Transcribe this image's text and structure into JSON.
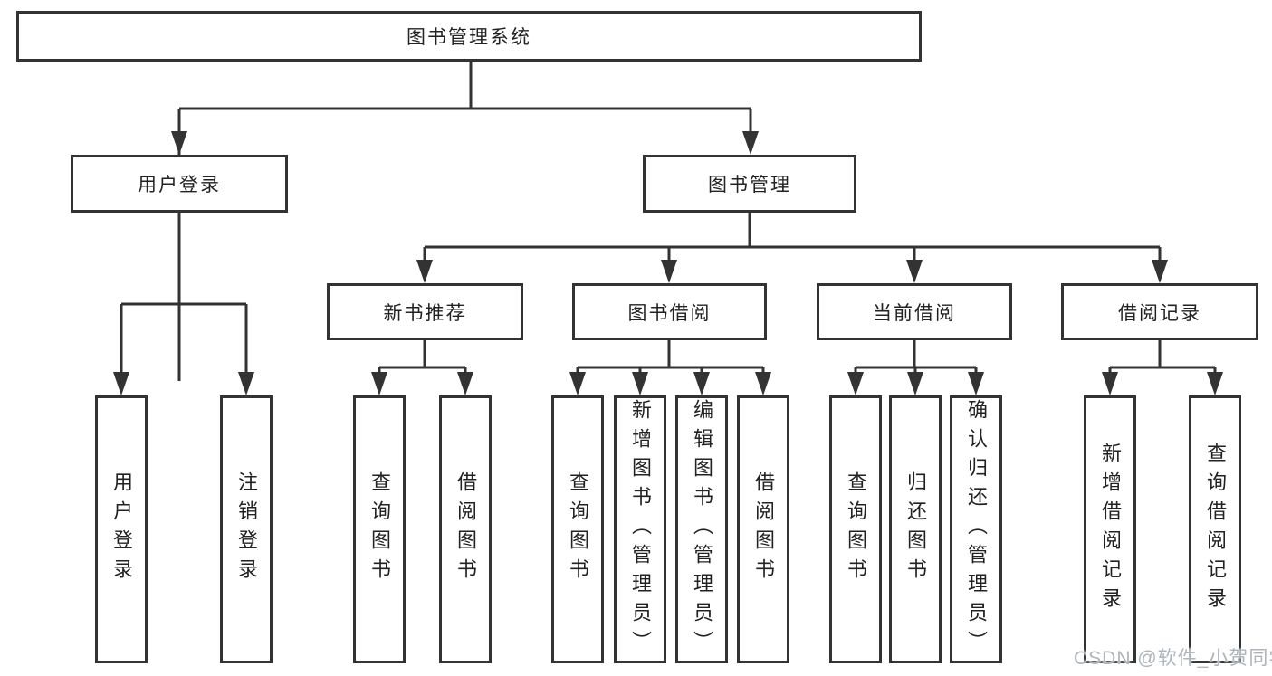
{
  "tree": {
    "root": "图书管理系统",
    "branches": [
      {
        "label": "用户登录",
        "children": [
          "用户登录",
          "注销登录"
        ]
      },
      {
        "label": "图书管理",
        "children": [
          {
            "label": "新书推荐",
            "children": [
              "查询图书",
              "借阅图书"
            ]
          },
          {
            "label": "图书借阅",
            "children": [
              "查询图书",
              "新增图书（管理员）",
              "编辑图书（管理员）",
              "借阅图书"
            ]
          },
          {
            "label": "当前借阅",
            "children": [
              "查询图书",
              "归还图书",
              "确认归还（管理员）"
            ]
          },
          {
            "label": "借阅记录",
            "children": [
              "新增借阅记录",
              "查询借阅记录"
            ]
          }
        ]
      }
    ]
  },
  "watermark": "CSDN @软件_小贺同学",
  "colors": {
    "line": "#333333",
    "box_border": "#333333",
    "background": "#ffffff",
    "text": "#222222",
    "watermark": "#aeb4bb"
  }
}
